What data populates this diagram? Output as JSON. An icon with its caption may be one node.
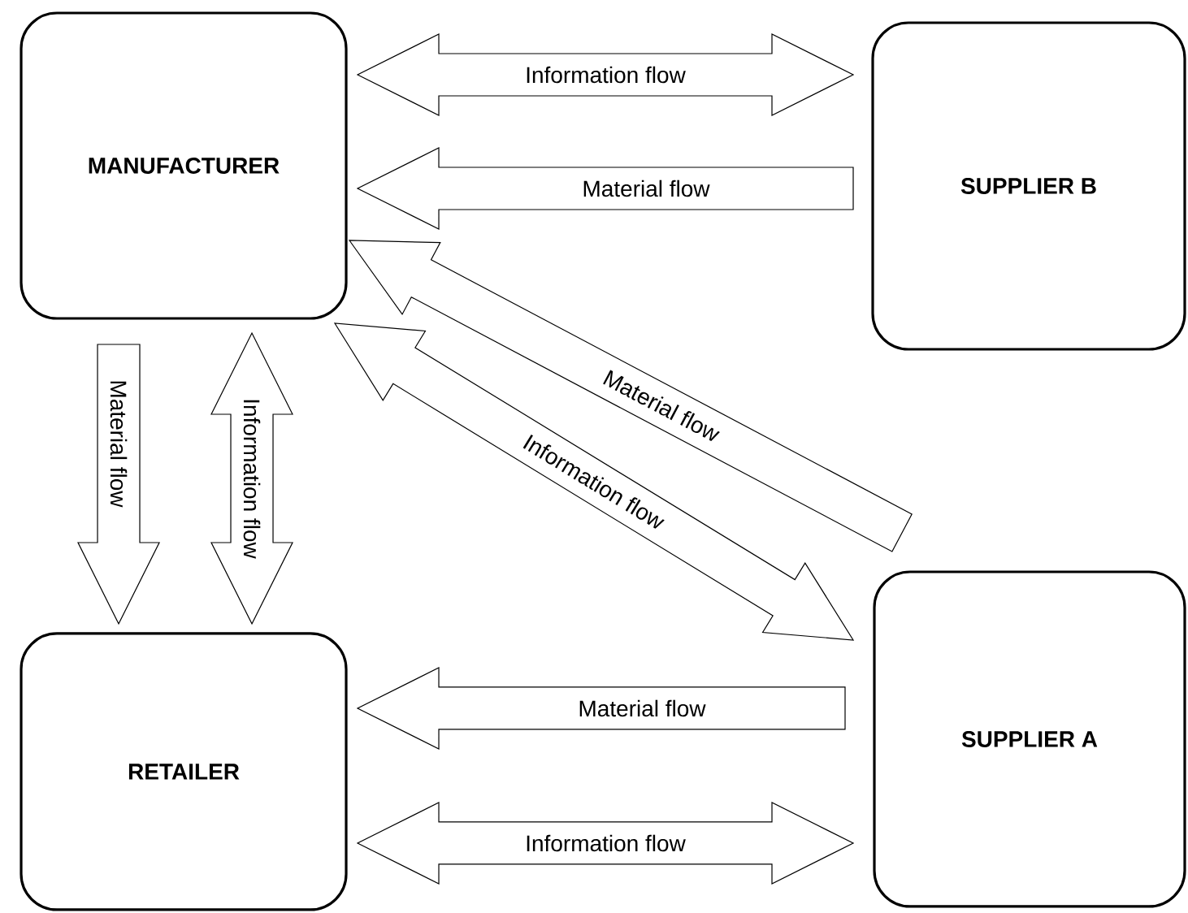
{
  "diagram": {
    "nodes": [
      {
        "text": [
          "MANUFACTURER"
        ]
      },
      {
        "text": [
          "SUPPLIER B"
        ]
      },
      {
        "text": [
          "RETAILER"
        ]
      },
      {
        "text": [
          "SUPPLIER A"
        ]
      }
    ],
    "edges": [
      {
        "from": 0,
        "to": 1,
        "arrow": "both",
        "label": "Information flow"
      },
      {
        "from": 1,
        "to": 0,
        "arrow": "to",
        "label": "Material flow"
      },
      {
        "from": 3,
        "to": 0,
        "arrow": "to",
        "label": "Material flow"
      },
      {
        "from": 0,
        "to": 3,
        "arrow": "both",
        "label": "Information flow"
      },
      {
        "from": 0,
        "to": 2,
        "arrow": "to",
        "label": "Material flow"
      },
      {
        "from": 2,
        "to": 0,
        "arrow": "both",
        "label": "Information flow"
      },
      {
        "from": 3,
        "to": 2,
        "arrow": "to",
        "label": "Material flow"
      },
      {
        "from": 2,
        "to": 3,
        "arrow": "both",
        "label": "Information flow"
      }
    ]
  }
}
